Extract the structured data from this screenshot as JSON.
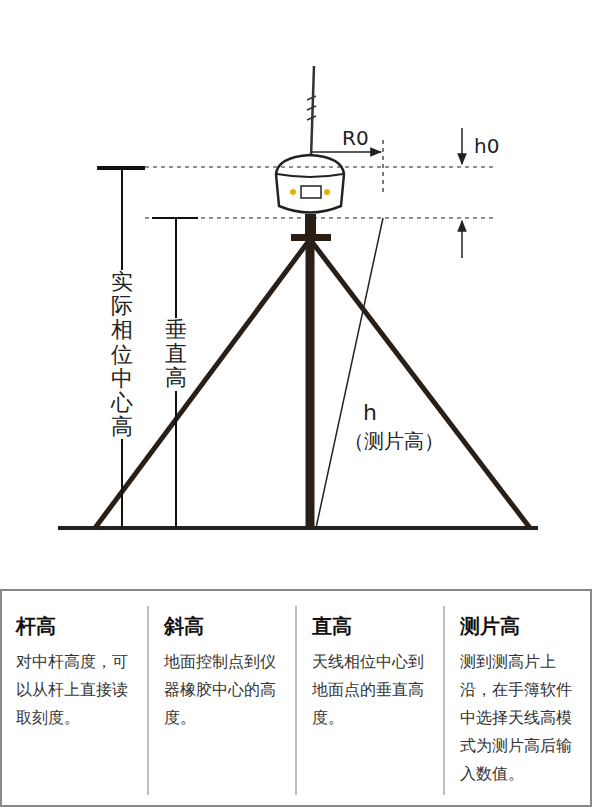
{
  "diagram": {
    "nodes": [
      {
        "text": [
          "杆高",
          "对中杆高度，可以从杆上直接读取刻度。"
        ]
      },
      {
        "text": [
          "斜高",
          "地面控制点到仪器橡胶中心的高度。"
        ]
      },
      {
        "text": [
          "直高",
          "天线相位中心到地面点的垂直高度。"
        ]
      },
      {
        "text": [
          "测片高",
          "测到测高片上沿，在手簿软件中选择天线高模式为测片高后输入数值。"
        ]
      }
    ],
    "labels": [
      "R0",
      "h0",
      "实际相位中心高",
      "垂直高",
      "h",
      "（测片高）"
    ]
  }
}
